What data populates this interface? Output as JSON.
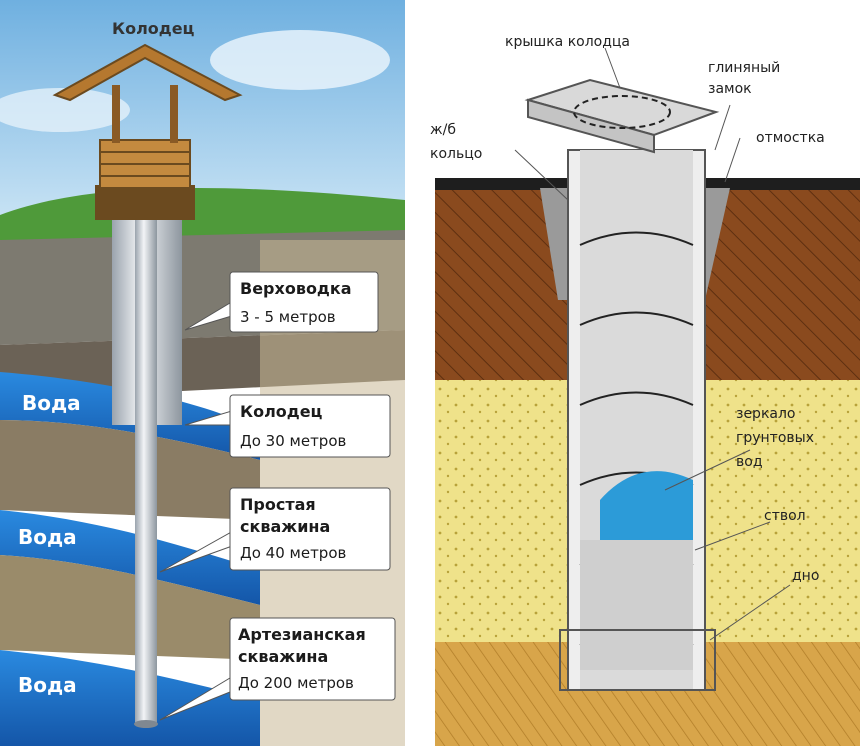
{
  "left": {
    "title": "Колодец",
    "water_labels": [
      "Вода",
      "Вода",
      "Вода"
    ],
    "callouts": [
      {
        "line1": "Верховодка",
        "line2": "",
        "line3": "3 - 5 метров"
      },
      {
        "line1": "Колодец",
        "line2": "",
        "line3": "До 30 метров"
      },
      {
        "line1": "Простая",
        "line2": "скважина",
        "line3": "До 40 метров"
      },
      {
        "line1": "Артезианская",
        "line2": "скважина",
        "line3": "До 200 метров"
      }
    ]
  },
  "right": {
    "labels": {
      "lid": "крышка колодца",
      "clay_1": "глиняный",
      "clay_2": "замок",
      "ring_1": "ж/б",
      "ring_2": "кольцо",
      "blind_area": "отмостка",
      "mirror_1": "зеркало",
      "mirror_2": "грунтовых",
      "mirror_3": "вод",
      "shaft": "ствол",
      "bottom": "дно"
    }
  },
  "colors": {
    "sky": "#8fc3e8",
    "grass": "#4f9a3a",
    "water": "#1f6fc6",
    "topsoil": "#8a4a1e",
    "sand": "#efe28a",
    "clay_bottom": "#d8a54a",
    "concrete": "#d9d9d9"
  }
}
